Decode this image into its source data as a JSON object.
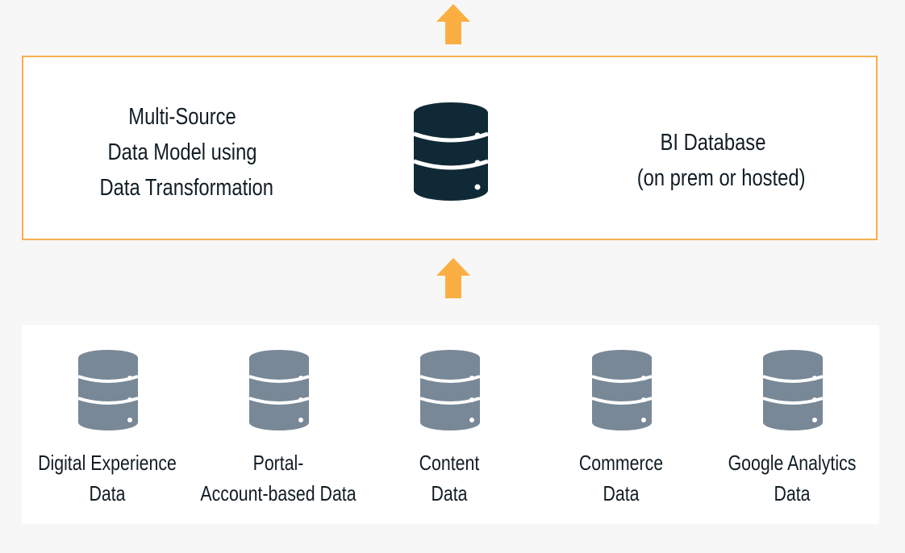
{
  "bi_box": {
    "model_lines": [
      "Multi-Source",
      "Data Model using",
      "Data Transformation"
    ],
    "database_lines": [
      "BI Database",
      "(on prem or hosted)"
    ],
    "icon": "database-icon"
  },
  "sources": [
    {
      "lines": [
        "Digital Experience",
        "Data"
      ],
      "icon": "database-icon"
    },
    {
      "lines": [
        "Portal-",
        "Account-based Data"
      ],
      "icon": "database-icon"
    },
    {
      "lines": [
        "Content",
        "Data"
      ],
      "icon": "database-icon"
    },
    {
      "lines": [
        "Commerce",
        "Data"
      ],
      "icon": "database-icon"
    },
    {
      "lines": [
        "Google Analytics",
        "Data"
      ],
      "icon": "database-icon"
    }
  ],
  "colors": {
    "accent": "#f6b04f",
    "arrow": "#fbae42",
    "primary_db": "#0f2a36",
    "source_db": "#798896",
    "text": "#111d24"
  }
}
